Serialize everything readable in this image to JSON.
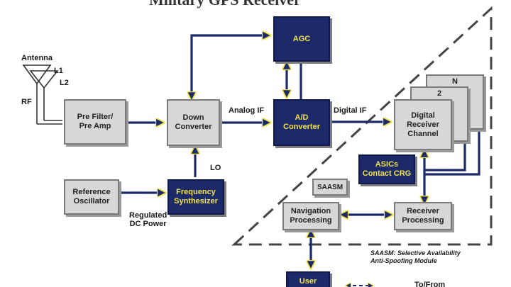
{
  "title": "Military GPS Receiver",
  "antenna": {
    "label": "Antenna",
    "l1": "L1",
    "l2": "L2",
    "rf": "RF"
  },
  "blocks": {
    "pre_filter": "Pre Filter/\nPre Amp",
    "down_converter": "Down\nConverter",
    "agc": "AGC",
    "ad_converter": "A/D\nConverter",
    "digital_receiver": "Digital\nReceiver\nChannel",
    "channel_n": "N",
    "channel_2": "2",
    "reference_osc": "Reference\nOscillator",
    "freq_synth": "Frequency\nSynthesizer",
    "asics": "ASICs\nContact CRG",
    "saasm": "SAASM",
    "nav_processing": "Navigation\nProcessing",
    "rx_processing": "Receiver\nProcessing",
    "user": "User"
  },
  "signals": {
    "analog_if": "Analog IF",
    "digital_if": "Digital IF",
    "lo": "LO",
    "dc_power": "Regulated\nDC Power",
    "to_from": "To/From"
  },
  "note": "SAASM: Selective Availability\nAnti-Spoofing Module",
  "colors": {
    "navy": "#1c2a6a",
    "yellow": "#f1e24a",
    "gray": "#d7d7d7",
    "line": "#1c2a6a"
  }
}
